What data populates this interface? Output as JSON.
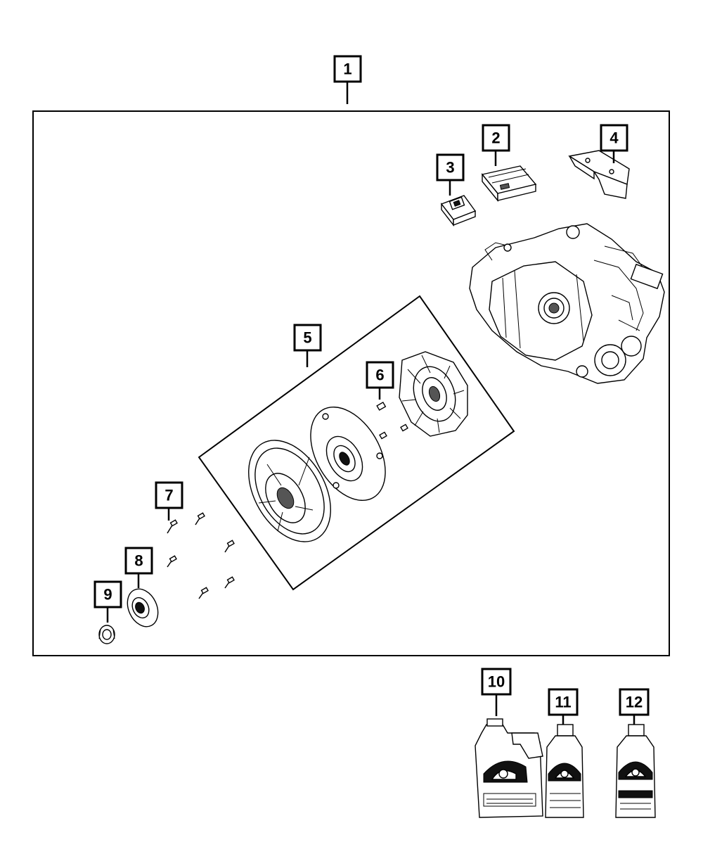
{
  "callouts": {
    "c1": "1",
    "c2": "2",
    "c3": "3",
    "c4": "4",
    "c5": "5",
    "c6": "6",
    "c7": "7",
    "c8": "8",
    "c9": "9",
    "c10": "10",
    "c11": "11",
    "c12": "12"
  },
  "colors": {
    "line": "#000000",
    "background": "#ffffff"
  },
  "icons": [
    "mopar-logo-icon"
  ]
}
